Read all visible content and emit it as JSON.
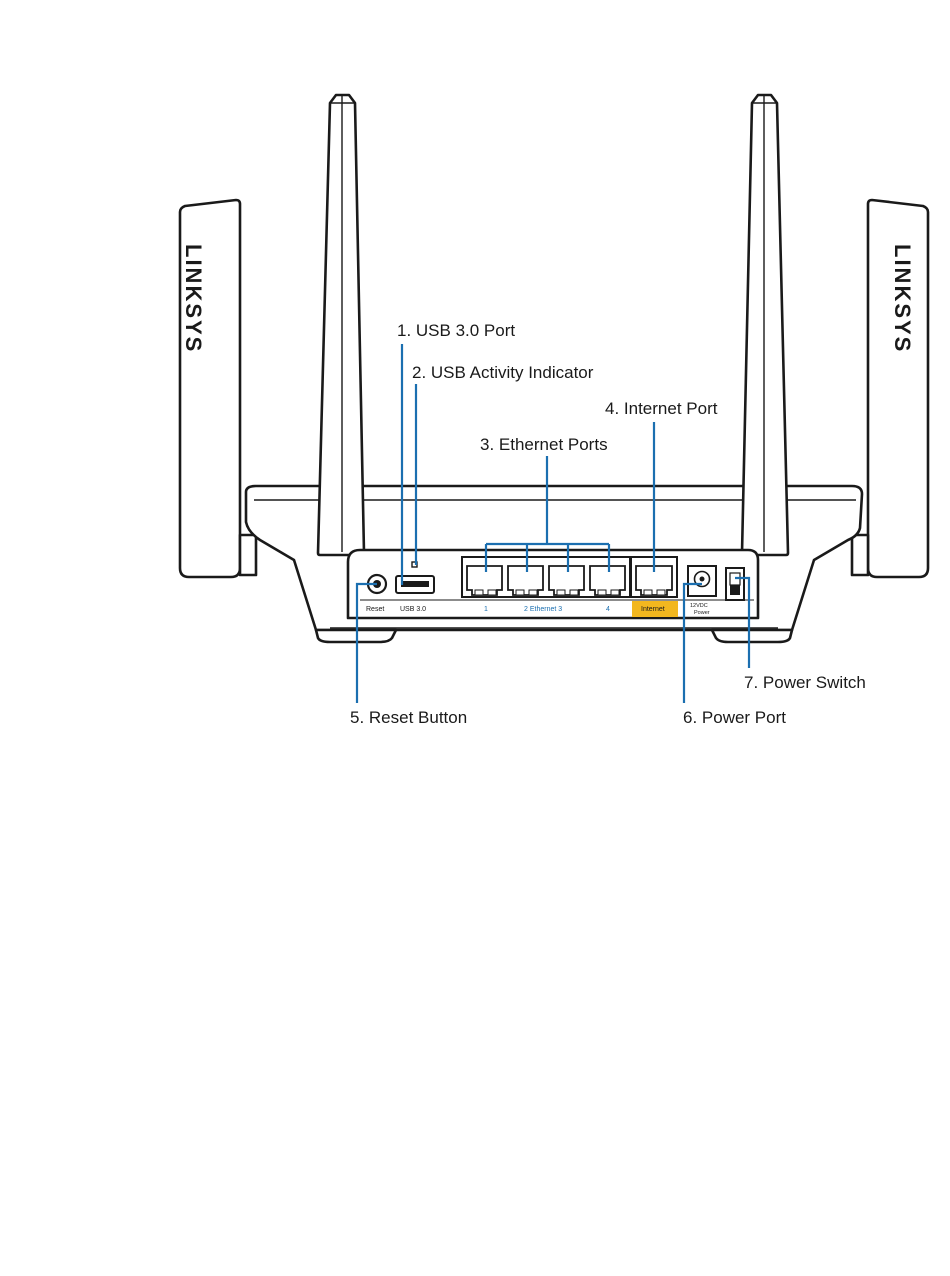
{
  "brand": "LINKSYS",
  "callouts": [
    {
      "id": 1,
      "label": "1. USB 3.0 Port"
    },
    {
      "id": 2,
      "label": "2. USB Activity Indicator"
    },
    {
      "id": 3,
      "label": "3. Ethernet Ports"
    },
    {
      "id": 4,
      "label": "4. Internet Port"
    },
    {
      "id": 5,
      "label": "5. Reset Button"
    },
    {
      "id": 6,
      "label": "6. Power Port"
    },
    {
      "id": 7,
      "label": "7. Power Switch"
    }
  ],
  "panel_labels": {
    "reset": "Reset",
    "usb": "USB 3.0",
    "eth1": "1",
    "eth_mid": "2  Ethernet  3",
    "eth4": "4",
    "internet": "Internet",
    "power_voltage": "12VDC",
    "power_word": "Power"
  },
  "colors": {
    "leader": "#1b6fb0",
    "internet_highlight": "#f2b71f",
    "outline": "#1a1a1a"
  }
}
